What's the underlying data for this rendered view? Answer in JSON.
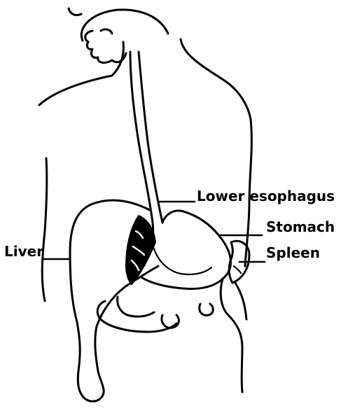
{
  "labels": {
    "lower_esophagus": "Lower esophagus",
    "stomach": "Stomach",
    "spleen": "Spleen",
    "liver": "Liver"
  }
}
